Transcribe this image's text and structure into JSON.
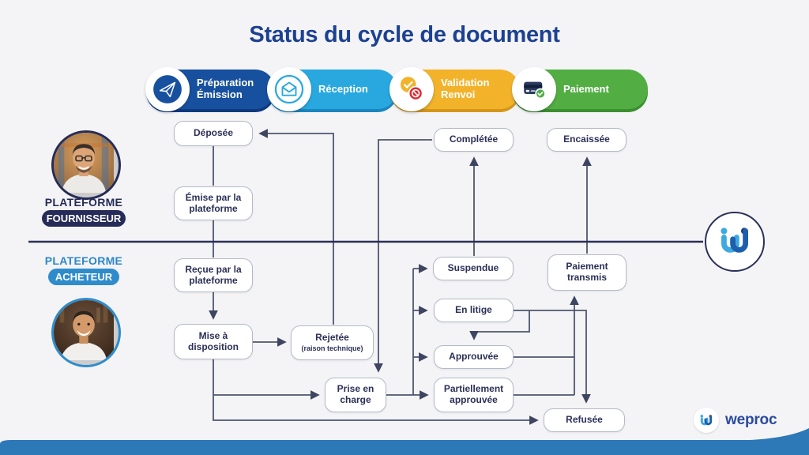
{
  "title": "Status du cycle de document",
  "pipeline": {
    "stages": [
      {
        "label": "Préparation\nÉmission",
        "color": "#17509e",
        "icon": "paper-plane-icon"
      },
      {
        "label": "Réception",
        "color": "#29a8e0",
        "icon": "envelope-icon"
      },
      {
        "label": "Validation\nRenvoi",
        "color": "#f2b32b",
        "icon": "check-forbidden-icon"
      },
      {
        "label": "Paiement",
        "color": "#52ae43",
        "icon": "credit-card-icon"
      }
    ]
  },
  "actors": {
    "supplier": {
      "platform_label": "PLATEFORME",
      "role_label": "FOURNISSEUR"
    },
    "buyer": {
      "platform_label": "PLATEFORME",
      "role_label": "ACHETEUR"
    }
  },
  "nodes": {
    "deposee": {
      "label": "Déposée"
    },
    "emise": {
      "label": "Émise par la\nplateforme"
    },
    "recue": {
      "label": "Reçue par la\nplateforme"
    },
    "mise": {
      "label": "Mise à\ndisposition"
    },
    "rejetee": {
      "label": "Rejetée",
      "sub": "(raison technique)"
    },
    "prise": {
      "label": "Prise en\ncharge"
    },
    "completee": {
      "label": "Complétée"
    },
    "encaissee": {
      "label": "Encaissée"
    },
    "suspendue": {
      "label": "Suspendue"
    },
    "paiement_transmis": {
      "label": "Paiement\ntransmis"
    },
    "en_litige": {
      "label": "En litige"
    },
    "approuvee": {
      "label": "Approuvée"
    },
    "partiellement_approuvee": {
      "label": "Partiellement\napprouvée"
    },
    "refusee": {
      "label": "Refusée"
    }
  },
  "edges": [
    {
      "from": "Déposée",
      "to": "Émise par la plateforme"
    },
    {
      "from": "Émise par la plateforme",
      "to": "Reçue par la plateforme"
    },
    {
      "from": "Reçue par la plateforme",
      "to": "Mise à disposition"
    },
    {
      "from": "Mise à disposition",
      "to": "Rejetée (raison technique)"
    },
    {
      "from": "Rejetée (raison technique)",
      "to": "Déposée"
    },
    {
      "from": "Mise à disposition",
      "to": "Prise en charge"
    },
    {
      "from": "Mise à disposition",
      "to": "Refusée"
    },
    {
      "from": "Prise en charge",
      "to": "Suspendue"
    },
    {
      "from": "Prise en charge",
      "to": "En litige"
    },
    {
      "from": "Prise en charge",
      "to": "Approuvée"
    },
    {
      "from": "Prise en charge",
      "to": "Partiellement approuvée"
    },
    {
      "from": "Suspendue",
      "to": "Complétée"
    },
    {
      "from": "Complétée",
      "to": "Prise en charge"
    },
    {
      "from": "En litige",
      "to": "Approuvée"
    },
    {
      "from": "En litige",
      "to": "Refusée"
    },
    {
      "from": "Approuvée",
      "to": "Paiement transmis"
    },
    {
      "from": "Partiellement approuvée",
      "to": "Paiement transmis"
    },
    {
      "from": "Paiement transmis",
      "to": "Encaissée"
    }
  ],
  "brand": {
    "name": "weproc"
  },
  "colors": {
    "background": "#f4f4f6",
    "title_blue": "#1d4191",
    "navy": "#262c57",
    "stage_blue": "#17509e",
    "stage_cyan": "#29a8e0",
    "stage_yellow": "#f2b32b",
    "stage_green": "#52ae43",
    "buyer_blue": "#2f8ccb",
    "edge_gray": "#4d5570",
    "footer_bar_blue": "#2d78b7",
    "logo_orange": "#f26f21"
  }
}
